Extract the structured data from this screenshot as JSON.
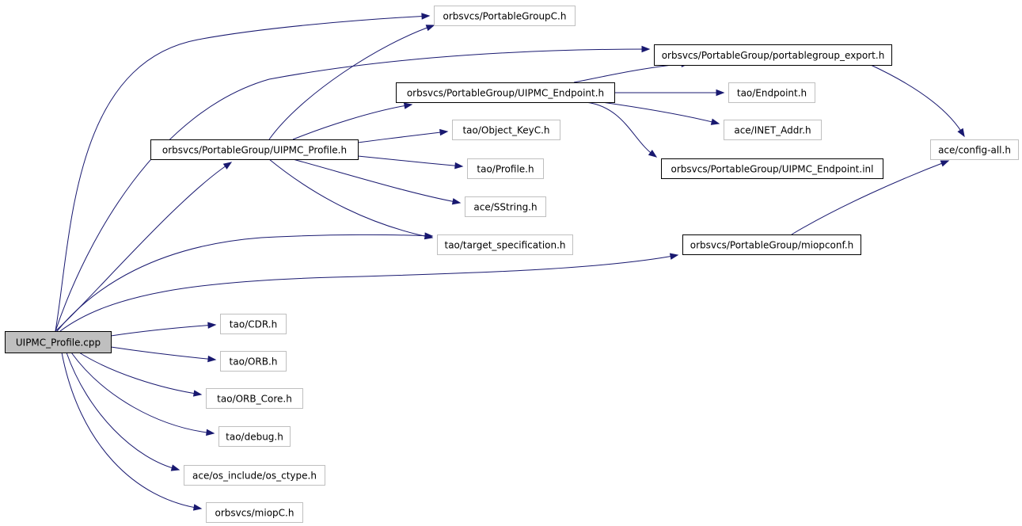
{
  "nodes": [
    {
      "id": "root",
      "label": "UIPMC_Profile.cpp",
      "style": "root"
    },
    {
      "id": "n_pg_c",
      "label": "orbsvcs/PortableGroupC.h",
      "style": "grey"
    },
    {
      "id": "n_pg_export",
      "label": "orbsvcs/PortableGroup/portablegroup_export.h",
      "style": "black"
    },
    {
      "id": "n_endpoint_h",
      "label": "orbsvcs/PortableGroup/UIPMC_Endpoint.h",
      "style": "black"
    },
    {
      "id": "n_tao_endpoint",
      "label": "tao/Endpoint.h",
      "style": "grey"
    },
    {
      "id": "n_profile_h",
      "label": "orbsvcs/PortableGroup/UIPMC_Profile.h",
      "style": "black"
    },
    {
      "id": "n_objkey",
      "label": "tao/Object_KeyC.h",
      "style": "grey"
    },
    {
      "id": "n_inet",
      "label": "ace/INET_Addr.h",
      "style": "grey"
    },
    {
      "id": "n_config",
      "label": "ace/config-all.h",
      "style": "grey"
    },
    {
      "id": "n_tao_profile",
      "label": "tao/Profile.h",
      "style": "grey"
    },
    {
      "id": "n_endpoint_inl",
      "label": "orbsvcs/PortableGroup/UIPMC_Endpoint.inl",
      "style": "black"
    },
    {
      "id": "n_sstring",
      "label": "ace/SString.h",
      "style": "grey"
    },
    {
      "id": "n_target",
      "label": "tao/target_specification.h",
      "style": "grey"
    },
    {
      "id": "n_miopconf",
      "label": "orbsvcs/PortableGroup/miopconf.h",
      "style": "black"
    },
    {
      "id": "n_cdr",
      "label": "tao/CDR.h",
      "style": "grey"
    },
    {
      "id": "n_orb",
      "label": "tao/ORB.h",
      "style": "grey"
    },
    {
      "id": "n_orbcore",
      "label": "tao/ORB_Core.h",
      "style": "grey"
    },
    {
      "id": "n_debug",
      "label": "tao/debug.h",
      "style": "grey"
    },
    {
      "id": "n_ctype",
      "label": "ace/os_include/os_ctype.h",
      "style": "grey"
    },
    {
      "id": "n_miopc",
      "label": "orbsvcs/miopC.h",
      "style": "grey"
    }
  ],
  "edges": [
    {
      "from": "root",
      "to": "n_profile_h"
    },
    {
      "from": "root",
      "to": "n_pg_c"
    },
    {
      "from": "root",
      "to": "n_pg_export"
    },
    {
      "from": "root",
      "to": "n_target"
    },
    {
      "from": "root",
      "to": "n_miopconf"
    },
    {
      "from": "root",
      "to": "n_cdr"
    },
    {
      "from": "root",
      "to": "n_orb"
    },
    {
      "from": "root",
      "to": "n_orbcore"
    },
    {
      "from": "root",
      "to": "n_debug"
    },
    {
      "from": "root",
      "to": "n_ctype"
    },
    {
      "from": "root",
      "to": "n_miopc"
    },
    {
      "from": "n_profile_h",
      "to": "n_pg_c"
    },
    {
      "from": "n_profile_h",
      "to": "n_endpoint_h"
    },
    {
      "from": "n_profile_h",
      "to": "n_objkey"
    },
    {
      "from": "n_profile_h",
      "to": "n_tao_profile"
    },
    {
      "from": "n_profile_h",
      "to": "n_sstring"
    },
    {
      "from": "n_profile_h",
      "to": "n_target"
    },
    {
      "from": "n_endpoint_h",
      "to": "n_pg_export"
    },
    {
      "from": "n_endpoint_h",
      "to": "n_tao_endpoint"
    },
    {
      "from": "n_endpoint_h",
      "to": "n_inet"
    },
    {
      "from": "n_endpoint_h",
      "to": "n_endpoint_inl"
    },
    {
      "from": "n_pg_export",
      "to": "n_config"
    },
    {
      "from": "n_miopconf",
      "to": "n_config"
    }
  ],
  "colors": {
    "edge": "#191970",
    "root_fill": "#bfbfbf",
    "black_border": "#000000",
    "grey_border": "#bfbfbf"
  }
}
